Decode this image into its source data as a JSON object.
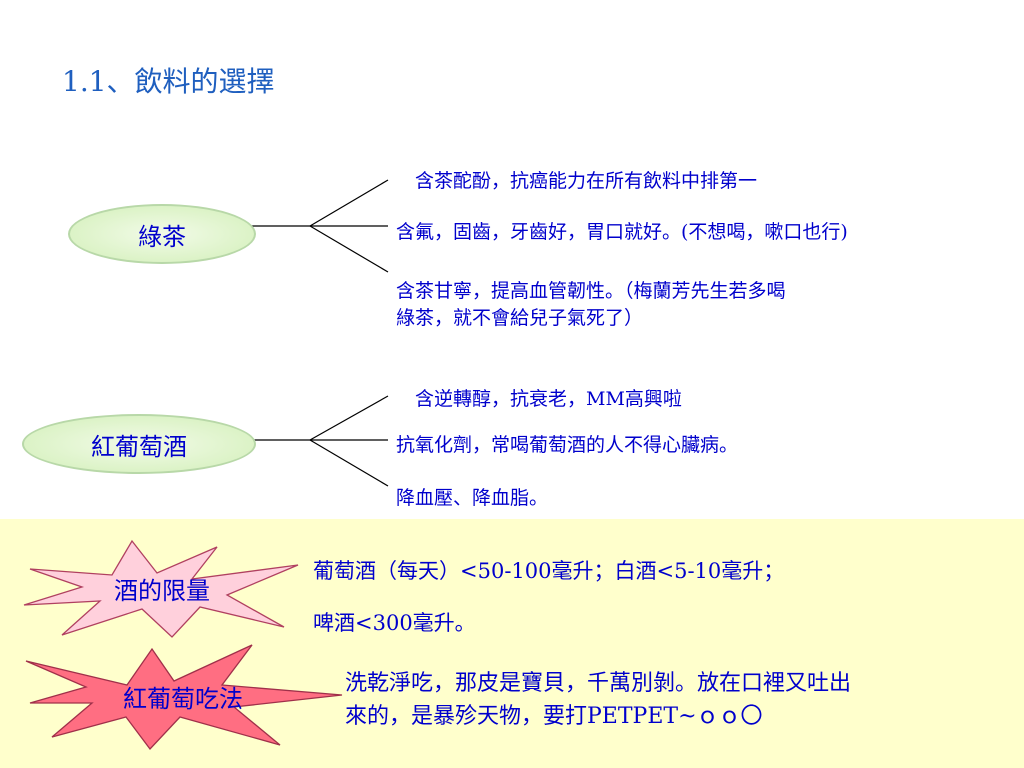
{
  "title": "1.1、飲料的選擇",
  "green_tea": {
    "label": "綠茶",
    "points": [
      "含茶酡酚，抗癌能力在所有飲料中排第一",
      "含氟，固齒，牙齒好，胃口就好。(不想喝，嗽口也行)",
      "含茶甘寧，提高血管韌性。（梅蘭芳先生若多喝",
      "綠茶，就不會給兒子氣死了）"
    ]
  },
  "red_wine": {
    "label": "紅葡萄酒",
    "points": [
      "含逆轉醇，抗衰老，MM高興啦",
      "抗氧化劑，常喝葡萄酒的人不得心臟病。",
      "降血壓、降血脂。"
    ]
  },
  "limit": {
    "label": "酒的限量",
    "lines": [
      "葡萄酒（每天）<50-100毫升；白酒<5-10毫升；",
      "啤酒<300毫升。"
    ]
  },
  "grape_eat": {
    "label": "紅葡萄吃法",
    "lines": [
      "洗乾淨吃，那皮是寶貝，千萬別剝。放在口裡又吐出",
      "來的，是暴殄天物，要打PETPET~ｏｏ〇"
    ]
  },
  "colors": {
    "text": "#0000cc",
    "title": "#1f5fbf",
    "panel": "#ffffcc",
    "oval_fill": "#d2efb8",
    "star_pink": "#ffd0dc",
    "star_red": "#ff6e82"
  }
}
